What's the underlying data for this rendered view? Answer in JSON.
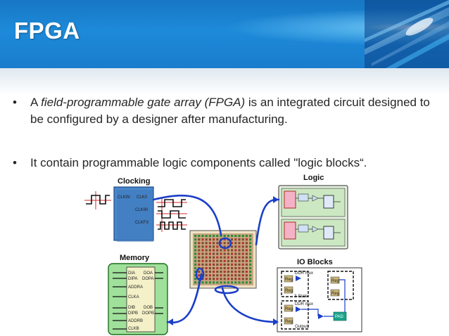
{
  "slide": {
    "title": "FPGA",
    "bullets": [
      {
        "marker": "•",
        "lead": "A ",
        "italic": "field-programmable gate array (FPGA)",
        "rest": " is an integrated circuit designed to be configured by a designer after manufacturing."
      },
      {
        "marker": "•",
        "text": "It contain programmable logic components called \"logic blocks“."
      }
    ]
  },
  "diagram": {
    "clocking": {
      "label": "Clocking",
      "pins": [
        "CLKIN",
        "CLK0",
        "CLK90",
        "CLKFX"
      ]
    },
    "logic": {
      "label": "Logic"
    },
    "memory": {
      "label": "Memory",
      "pins": [
        "DIA",
        "DOA",
        "DIPA",
        "DOPA",
        "ADDRA",
        "CLKA",
        "DIB",
        "DOB",
        "DIPB",
        "DOPB",
        "ADDRB",
        "CLKB"
      ]
    },
    "io": {
      "label": "IO Blocks",
      "pins": [
        "Reg",
        "Reg",
        "Reg",
        "Reg",
        "Reg",
        "Reg",
        "DDR mux",
        "DDR mux",
        "3-State",
        "Output",
        "PAD"
      ]
    },
    "colors": {
      "accent_blue": "#1a3fc8",
      "clock_red": "#d42a2a",
      "memory_green": "#9fe09a",
      "logic_green": "#cbe8c2",
      "header_blue": "#1d86d4"
    }
  }
}
